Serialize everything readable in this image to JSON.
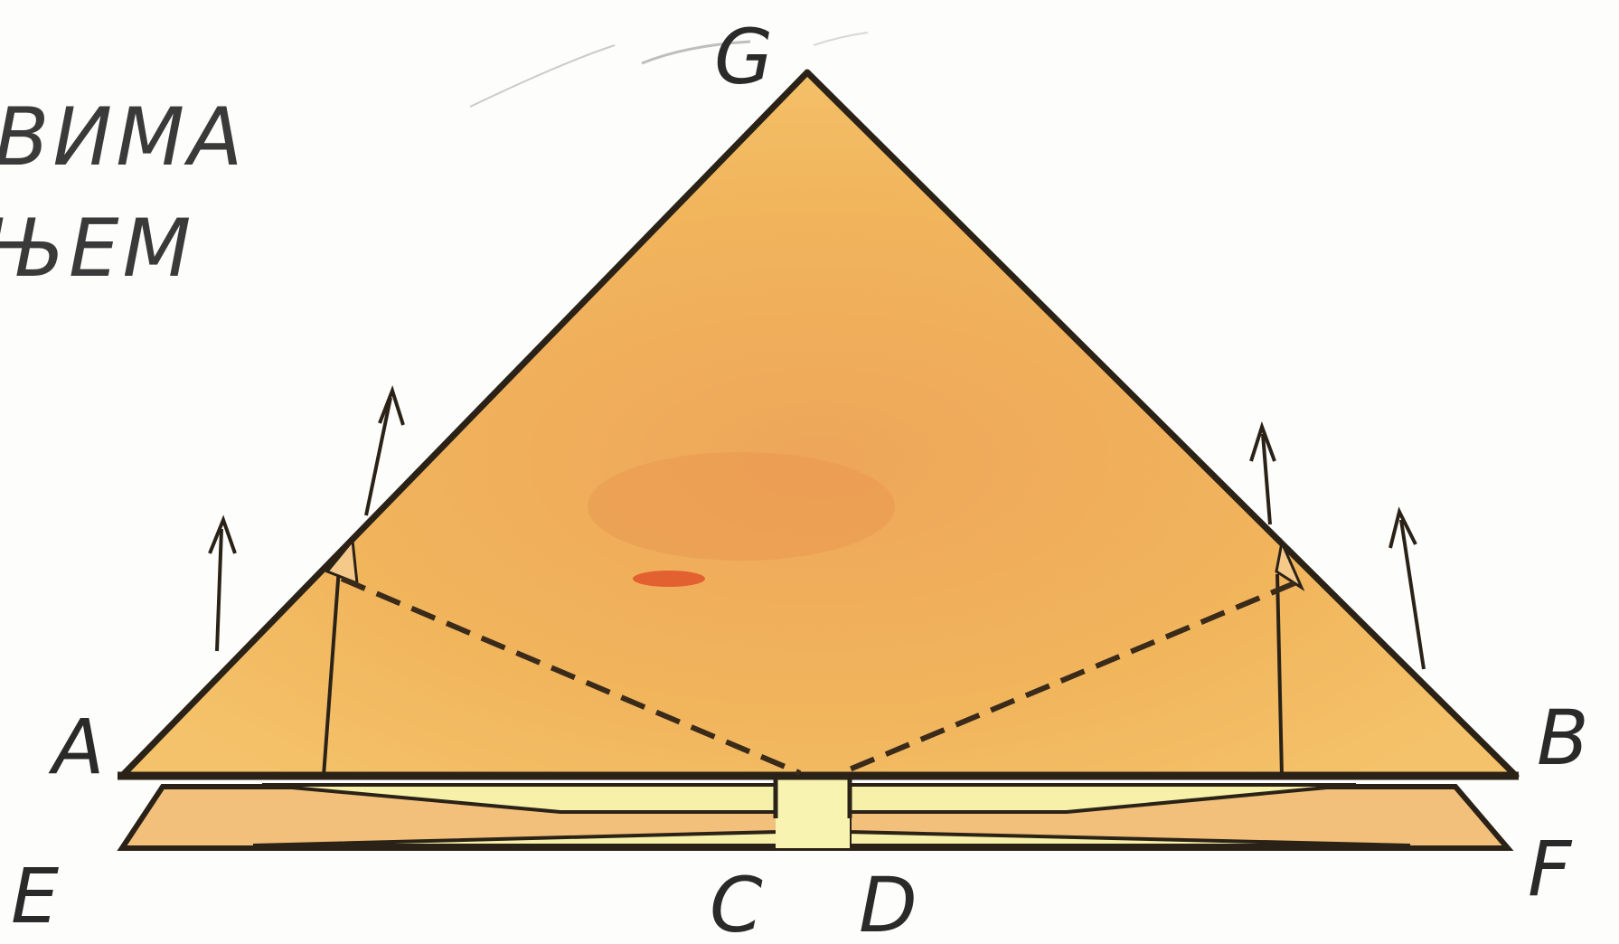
{
  "side_text": {
    "line1": "ВИМА",
    "line2": "ЊЕМ"
  },
  "labels": {
    "G": "G",
    "A": "A",
    "B": "B",
    "E": "E",
    "F": "F",
    "C": "C",
    "D": "D"
  },
  "colors": {
    "paper_main": "#f0b45a",
    "paper_shadow": "#e89a52",
    "paper_light": "#f8d893",
    "inner_strip": "#f6f0a8",
    "outline": "#2b2217",
    "fold_line": "#3a2a1a",
    "arrow": "#2b2217",
    "red_mark": "#e0522a"
  }
}
